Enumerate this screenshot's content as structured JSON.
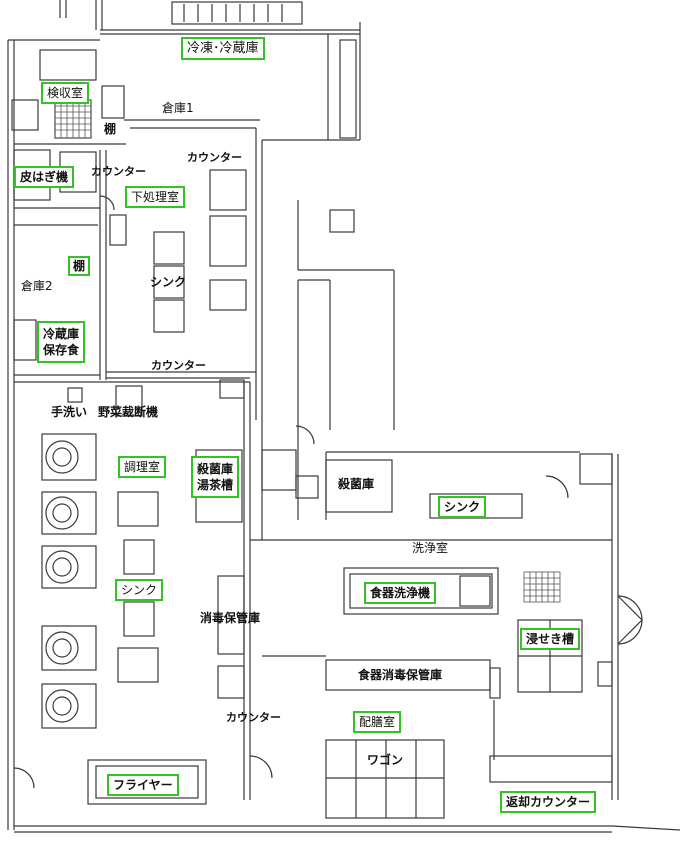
{
  "labels": {
    "freezer": "冷凍･冷蔵庫",
    "receiving": "検収室",
    "storage1": "倉庫1",
    "shelf": "棚",
    "counter": "カウンター",
    "peeler": "皮はぎ機",
    "counter2": "カウンター",
    "prep_room": "下処理室",
    "shelf2": "棚",
    "storage2": "倉庫2",
    "sink": "シンク",
    "refrigerator": "冷蔵庫",
    "preserved_food": "保存食",
    "counter3": "カウンター",
    "handwash": "手洗い",
    "vegetable_cutter": "野菜裁断機",
    "cooking_room": "調理室",
    "sterilizer": "殺菌庫",
    "tea_tank": "湯茶槽",
    "sterilizer2": "殺菌庫",
    "sink2": "シンク",
    "washing_room": "洗浄室",
    "sink3": "シンク",
    "dishwasher": "食器洗浄機",
    "soaking_tank": "浸せき槽",
    "disinfection_storage": "消毒保管庫",
    "dish_disinfection_storage": "食器消毒保管庫",
    "counter4": "カウンター",
    "serving_room": "配膳室",
    "wagon": "ワゴン",
    "fryer": "フライヤー",
    "return_counter": "返却カウンター"
  },
  "colors": {
    "highlight": "#34c324",
    "line": "#3a3a3a",
    "fixture": "#555555"
  }
}
